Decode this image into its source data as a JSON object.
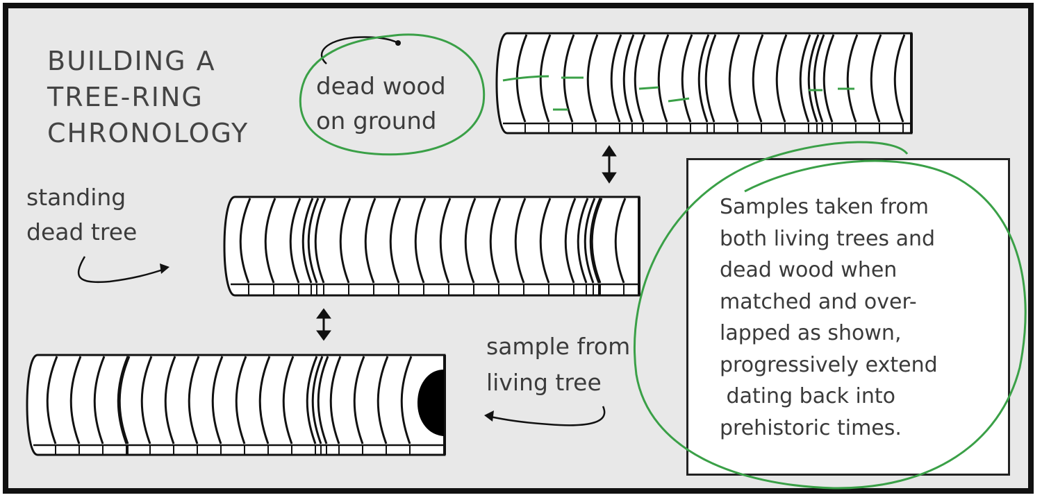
{
  "title": {
    "lines": [
      "BUILDING A",
      "TREE-RING",
      "CHRONOLOGY"
    ]
  },
  "labels": {
    "dead_wood": [
      "dead wood",
      "on ground"
    ],
    "standing_dead_tree": [
      "standing",
      "dead tree"
    ],
    "living_tree": [
      "sample from",
      "living tree"
    ]
  },
  "note": {
    "text": "Samples taken from\nboth living trees and\ndead wood when\nmatched and over-\nlapped as shown,\nprogressively extend\n dating back into\nprehistoric times."
  },
  "colors": {
    "annotation": "#3aa047",
    "ink": "#111111",
    "panel": "#e8e8e8"
  }
}
